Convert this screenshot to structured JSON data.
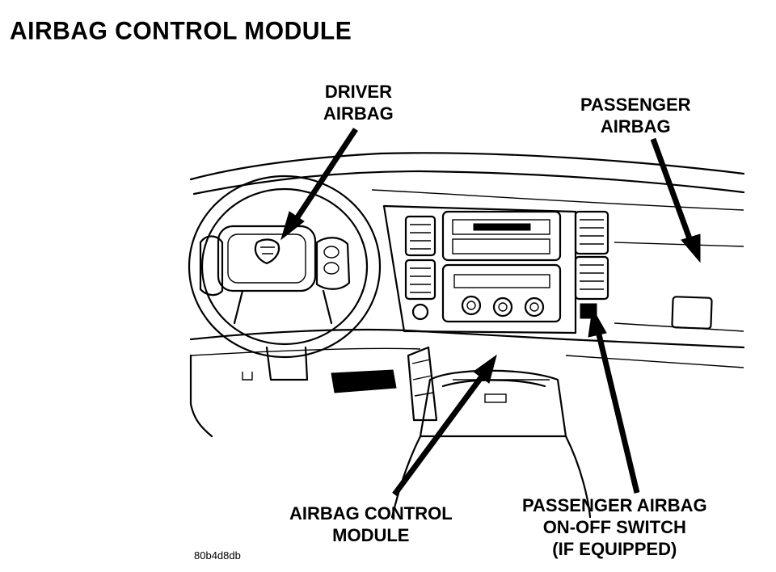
{
  "title": "AIRBAG CONTROL MODULE",
  "callouts": {
    "driver_airbag": [
      "DRIVER",
      "AIRBAG"
    ],
    "passenger_airbag": [
      "PASSENGER",
      "AIRBAG"
    ],
    "control_module": [
      "AIRBAG CONTROL",
      "MODULE"
    ],
    "passenger_switch": [
      "PASSENGER AIRBAG",
      "ON-OFF SWITCH",
      "(IF EQUIPPED)"
    ]
  },
  "figure_code": "80b4d8db"
}
